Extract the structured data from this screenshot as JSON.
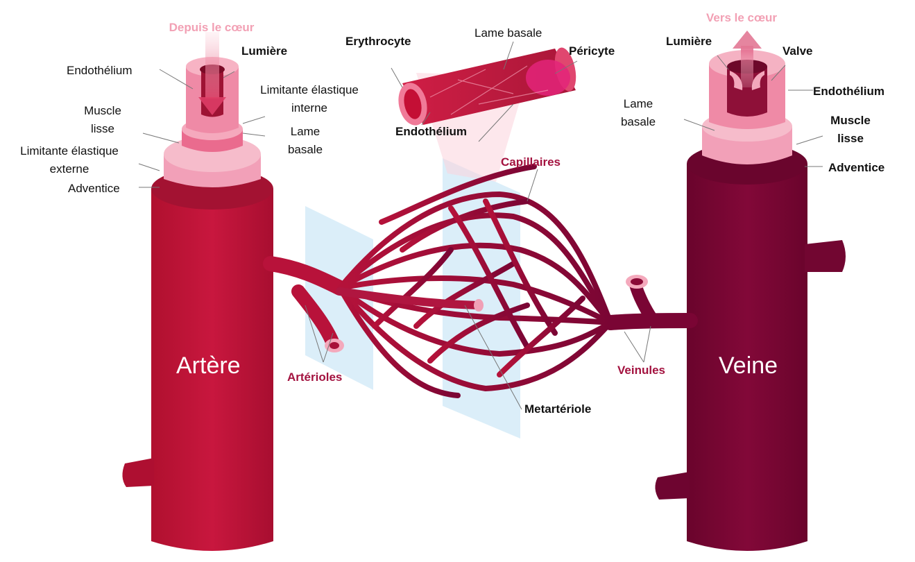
{
  "colors": {
    "artery": "#c0143c",
    "artery_dark": "#9e0e30",
    "vein": "#7a0534",
    "vein_dark": "#5e0327",
    "capillary": "#8f1642",
    "wall_pink": "#f08aa8",
    "wall_light": "#f6b6c6",
    "adventitia_artery": "#a31232",
    "adventitia_vein": "#6a052d",
    "plane": "#cfe8f7",
    "label_crimson": "#a3123f",
    "label_pink": "#f2a0b4"
  },
  "icons": [
    "arrow-down-icon",
    "arrow-up-icon"
  ],
  "artery": {
    "flow_label": "Depuis le cœur",
    "name": "Artère",
    "layers": {
      "lumen": "Lumière",
      "endothelium": "Endothélium",
      "internal_elastic_1": "Limitante élastique",
      "internal_elastic_2": "interne",
      "smooth_muscle_1": "Muscle",
      "smooth_muscle_2": "lisse",
      "basal_lamina_1": "Lame",
      "basal_lamina_2": "basale",
      "external_elastic_1": "Limitante élastique",
      "external_elastic_2": "externe",
      "adventitia": "Adventice"
    }
  },
  "capillary_detail": {
    "erythrocyte": "Erythrocyte",
    "basal_lamina": "Lame basale",
    "pericyte": "Péricyte",
    "endothelium": "Endothélium"
  },
  "network": {
    "capillaries": "Capillaires",
    "arterioles": "Artérioles",
    "metarteriole": "Metartériole",
    "venules": "Veinules"
  },
  "vein": {
    "flow_label": "Vers le cœur",
    "name": "Veine",
    "layers": {
      "lumen": "Lumière",
      "valve": "Valve",
      "endothelium": "Endothélium",
      "basal_lamina_1": "Lame",
      "basal_lamina_2": "basale",
      "smooth_muscle_1": "Muscle",
      "smooth_muscle_2": "lisse",
      "adventitia": "Adventice"
    }
  }
}
